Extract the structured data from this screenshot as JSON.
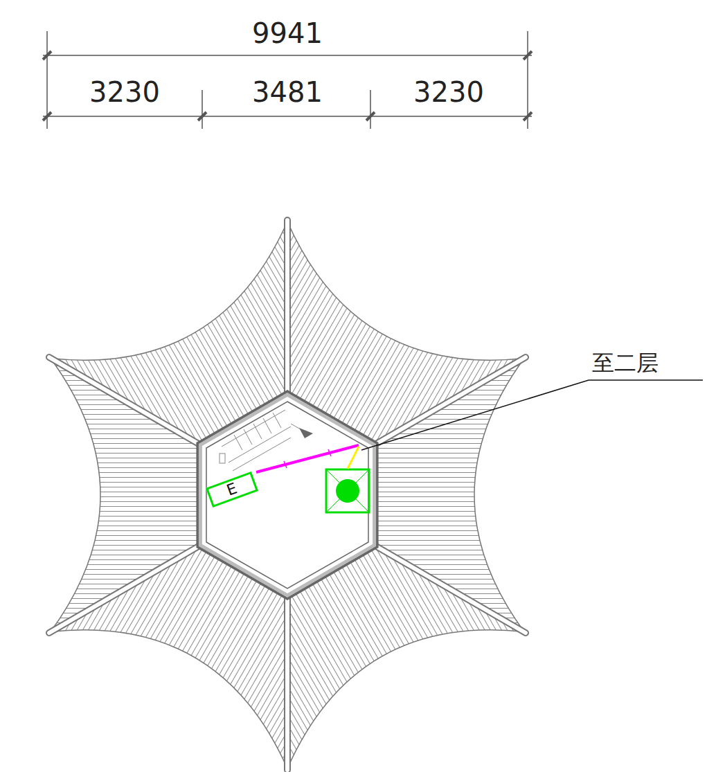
{
  "diagram": {
    "nodes": [
      {
        "text": [
          "E"
        ]
      }
    ],
    "labels": [
      "9941",
      "3230",
      "3481",
      "3230",
      "至二层"
    ]
  }
}
